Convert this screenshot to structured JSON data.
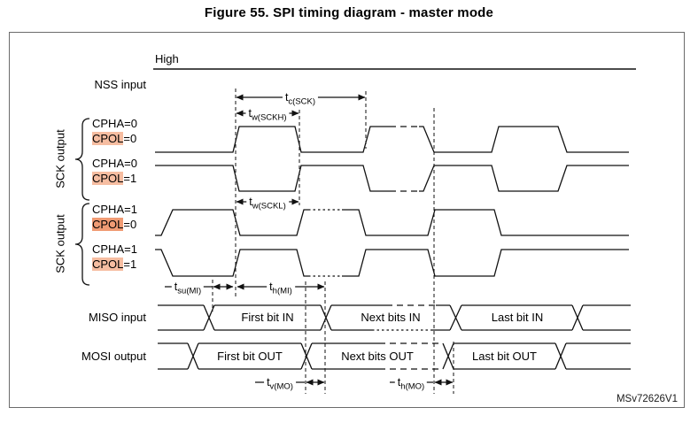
{
  "figure": {
    "title": "Figure 55. SPI timing diagram - master mode",
    "watermark": "MSv72626V1"
  },
  "colors": {
    "highlight_light": "#f6bda1",
    "highlight_active": "#f09b74",
    "line": "#111111"
  },
  "nss": {
    "label": "NSS input",
    "state": "High"
  },
  "sck": {
    "group1": {
      "label": "SCK output",
      "rows": [
        {
          "cpha": "CPHA=0",
          "cpol_hl": "CPOL",
          "cpol_rest": "=0"
        },
        {
          "cpha": "CPHA=0",
          "cpol_hl": "CPOL",
          "cpol_rest": "=1"
        }
      ]
    },
    "group2": {
      "label": "SCK output",
      "rows": [
        {
          "cpha": "CPHA=1",
          "cpol_hl": "CPOL",
          "cpol_rest": "=0"
        },
        {
          "cpha": "CPHA=1",
          "cpol_hl": "CPOL",
          "cpol_rest": "=1"
        }
      ]
    }
  },
  "miso": {
    "label": "MISO input",
    "segments": {
      "first": "First bit IN",
      "next": "Next bits IN",
      "last": "Last bit IN"
    }
  },
  "mosi": {
    "label": "MOSI output",
    "segments": {
      "first": "First bit OUT",
      "next": "Next bits OUT",
      "last": "Last bit OUT"
    }
  },
  "timings": {
    "tc_sck": {
      "base": "t",
      "sub": "c(SCK)"
    },
    "tw_sckh": {
      "base": "t",
      "sub": "w(SCKH)"
    },
    "tw_sckl": {
      "base": "t",
      "sub": "w(SCKL)"
    },
    "tsu_mi": {
      "base": "t",
      "sub": "su(MI)"
    },
    "th_mi": {
      "base": "t",
      "sub": "h(MI)"
    },
    "tv_mo": {
      "base": "t",
      "sub": "v(MO)"
    },
    "th_mo": {
      "base": "t",
      "sub": "h(MO)"
    }
  }
}
